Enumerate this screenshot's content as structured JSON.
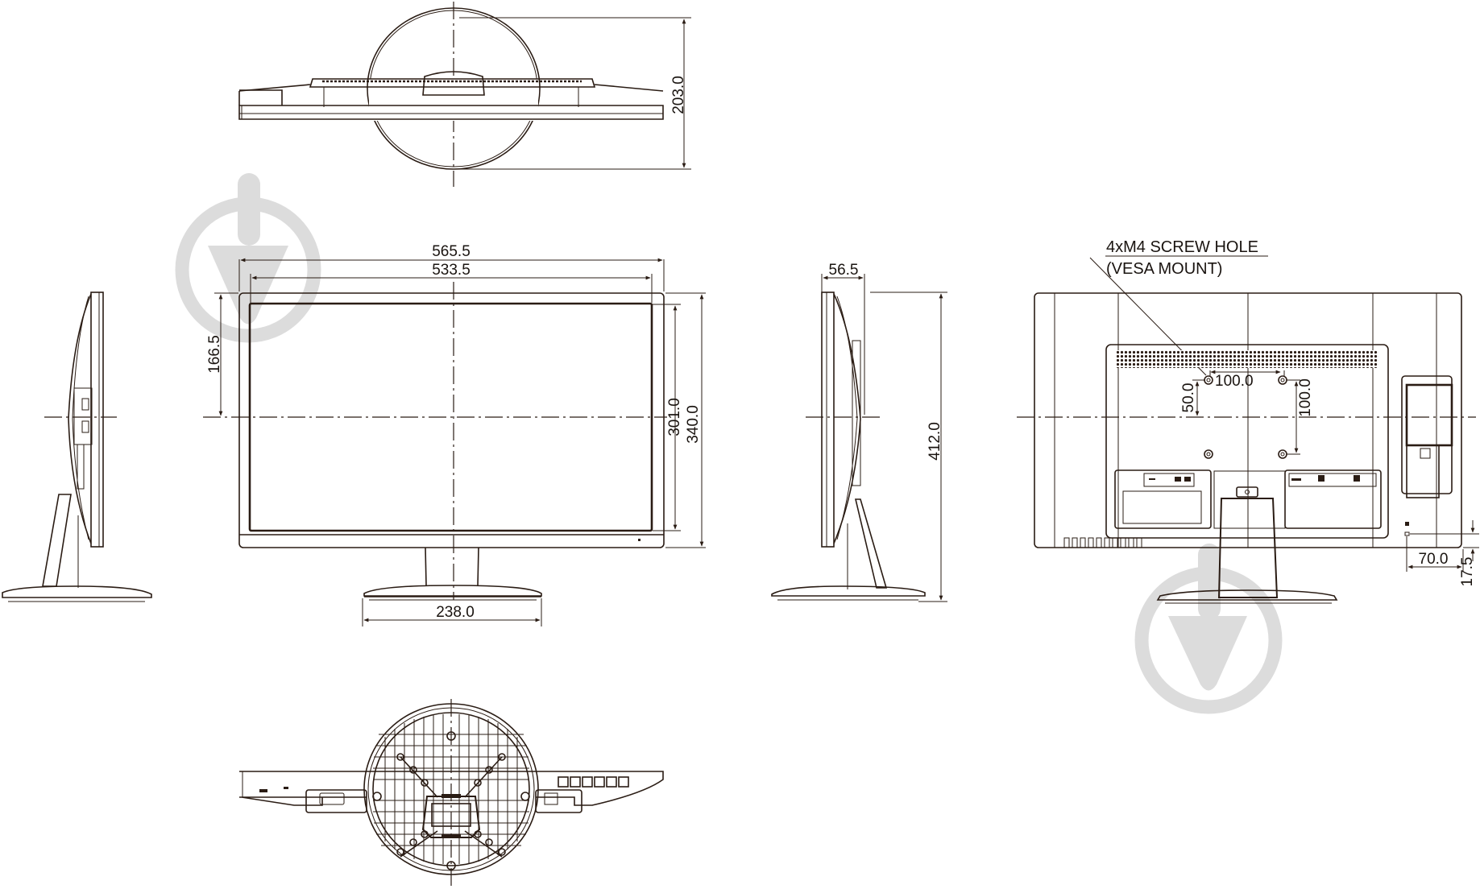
{
  "drawing": {
    "title": "Monitor dimensional drawing",
    "units": "mm",
    "line_color": "#2a1c14",
    "watermark_color": "#dcdcdc",
    "views": [
      "top-view",
      "left-side-view",
      "front-view",
      "right-side-view",
      "rear-view",
      "bottom-view"
    ]
  },
  "dimensions": {
    "top_depth": "203.0",
    "overall_width": "565.5",
    "screen_width": "533.5",
    "center_height": "166.5",
    "screen_height": "301.0",
    "panel_height": "340.0",
    "base_width": "238.0",
    "panel_depth": "56.5",
    "overall_height": "412.0",
    "vesa_horizontal": "100.0",
    "vesa_vertical": "100.0",
    "vesa_offset": "50.0",
    "lock_offset_x": "70.0",
    "lock_offset_y": "17.5"
  },
  "annotations": {
    "screw_hole_line1": "4xM4 SCREW HOLE",
    "screw_hole_line2": "(VESA MOUNT)"
  }
}
